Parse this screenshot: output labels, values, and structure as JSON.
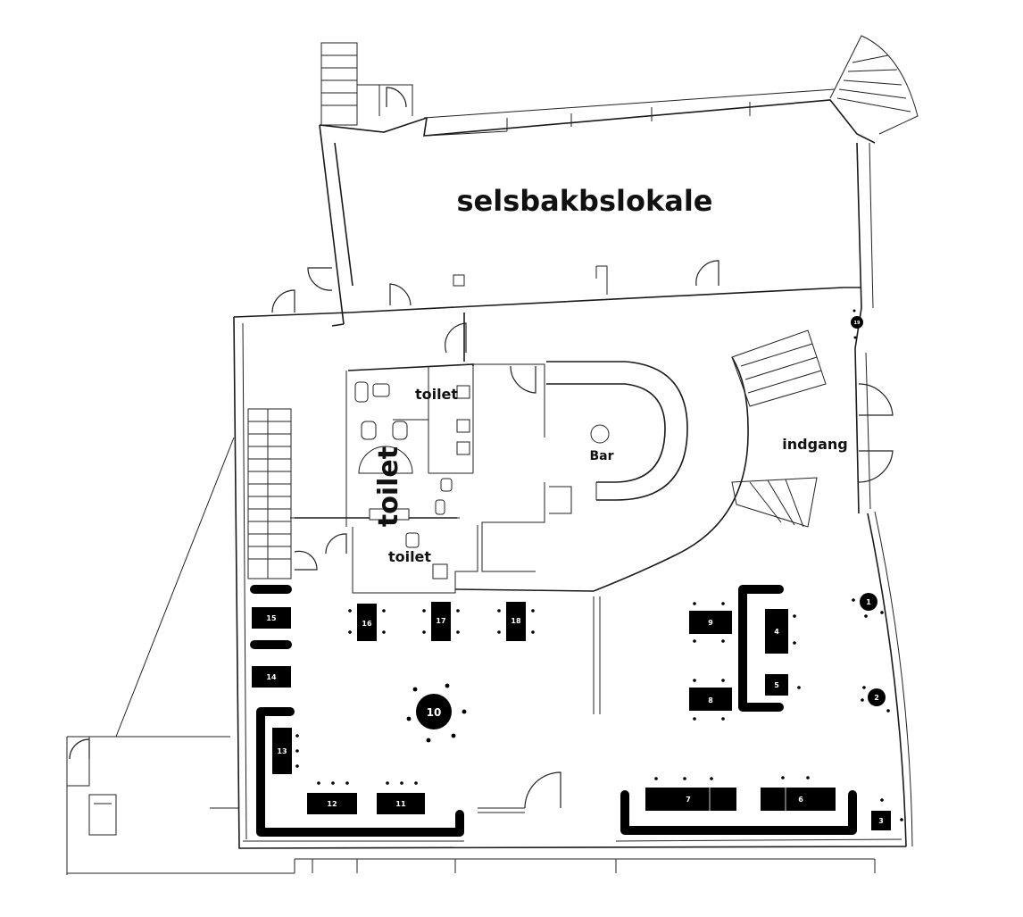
{
  "rooms": {
    "hall": "selsbakbslokale",
    "toilet_a": "toilet",
    "toilet_b": "toilet",
    "toilet_c": "toilet",
    "bar": "Bar",
    "entrance": "indgang"
  },
  "tables": [
    {
      "id": "t1",
      "label": "1"
    },
    {
      "id": "t2",
      "label": "2"
    },
    {
      "id": "t3",
      "label": "3"
    },
    {
      "id": "t4",
      "label": "4"
    },
    {
      "id": "t5",
      "label": "5"
    },
    {
      "id": "t6",
      "label": "6"
    },
    {
      "id": "t7",
      "label": "7"
    },
    {
      "id": "t8",
      "label": "8"
    },
    {
      "id": "t9",
      "label": "9"
    },
    {
      "id": "t10",
      "label": "10"
    },
    {
      "id": "t11",
      "label": "11"
    },
    {
      "id": "t12",
      "label": "12"
    },
    {
      "id": "t13",
      "label": "13"
    },
    {
      "id": "t14",
      "label": "14"
    },
    {
      "id": "t15",
      "label": "15"
    },
    {
      "id": "t16",
      "label": "16"
    },
    {
      "id": "t17",
      "label": "17"
    },
    {
      "id": "t18",
      "label": "18"
    },
    {
      "id": "t19",
      "label": "19"
    }
  ]
}
